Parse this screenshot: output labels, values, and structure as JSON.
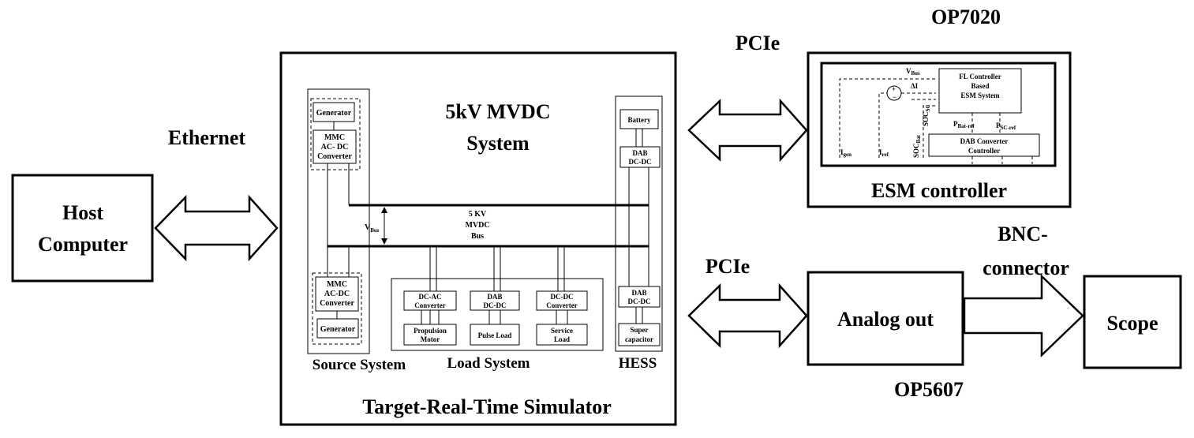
{
  "host": {
    "line1": "Host",
    "line2": "Computer"
  },
  "links": {
    "ethernet": "Ethernet",
    "pcie_top": "PCIe",
    "pcie_bottom": "PCIe",
    "bnc_line1": "BNC-",
    "bnc_line2": "connector"
  },
  "simulator": {
    "title": "Target-Real-Time Simulator",
    "system_line1": "5kV MVDC",
    "system_line2": "System",
    "bus_label": [
      "5 KV",
      "MVDC",
      "Bus"
    ],
    "vbus_main": "V",
    "vbus_sub": "Bus",
    "source": {
      "label": "Source System",
      "generator_top": "Generator",
      "mmc_top": [
        "MMC",
        "AC- DC",
        "Converter"
      ],
      "mmc_bottom": [
        "MMC",
        "AC-DC",
        "Converter"
      ],
      "generator_bottom": "Generator"
    },
    "load": {
      "label": "Load System",
      "dcac": [
        "DC-AC",
        "Converter"
      ],
      "dab": [
        "DAB",
        "DC-DC"
      ],
      "dcdc": [
        "DC-DC",
        "Converter"
      ],
      "propulsion": [
        "Propulsion",
        "Motor"
      ],
      "pulse": "Pulse Load",
      "service": [
        "Service",
        "Load"
      ]
    },
    "hess": {
      "label": "HESS",
      "battery": "Battery",
      "dab_top": [
        "DAB",
        "DC-DC"
      ],
      "dab_bottom": [
        "DAB",
        "DC-DC"
      ],
      "supercap": [
        "Super",
        "capacitor"
      ]
    }
  },
  "esm": {
    "device": "OP7020",
    "title": "ESM controller",
    "fl": [
      "FL Controller",
      "Based",
      "ESM System"
    ],
    "dab_ctrl": [
      "DAB Converter",
      "Controller"
    ],
    "vbus_main": "V",
    "vbus_sub": "Bus",
    "delta": "ΔI",
    "pbat_main": "P",
    "pbat_sub": "Bat-ref",
    "psc_main": "P",
    "psc_sub": "SC-ref",
    "igen_main": "I",
    "igen_sub": "gen",
    "iref_main": "I",
    "iref_sub": "ref",
    "soc_bat": "SOC",
    "soc_bat_sub": "Bat",
    "soc_sc": "SOC",
    "soc_sc_sub": "SC",
    "sum_plus": "+",
    "sum_minus": "−"
  },
  "analog": {
    "device": "OP5607",
    "title": "Analog out"
  },
  "scope": {
    "title": "Scope"
  }
}
